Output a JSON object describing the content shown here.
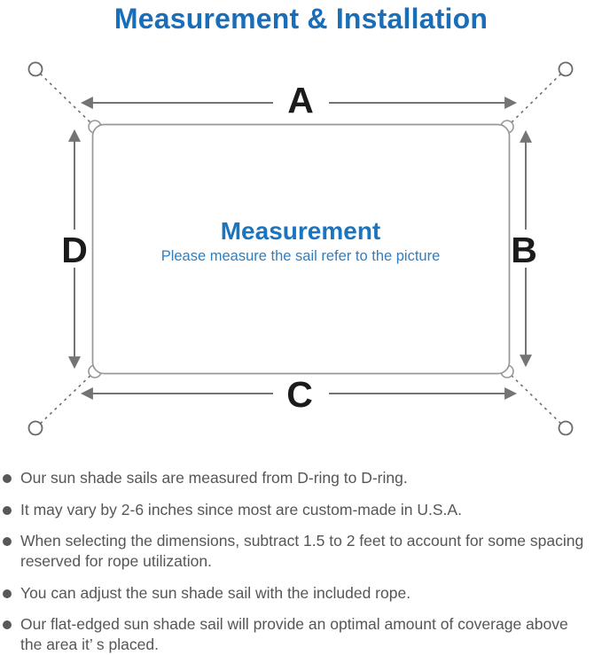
{
  "title": "Measurement & Installation",
  "diagram": {
    "center_title": "Measurement",
    "center_subtitle": "Please measure the sail refer to the picture",
    "labels": {
      "top": "A",
      "right": "B",
      "bottom": "C",
      "left": "D"
    },
    "colors": {
      "title_blue": "#1a6db8",
      "center_title_blue": "#1b74bf",
      "subtitle_blue": "#2f7fc2",
      "line_gray": "#747474",
      "sail_outline_gray": "#989898",
      "label_black": "#1b1b1b",
      "note_text_gray": "#565656"
    }
  },
  "notes": [
    {
      "text": "Our sun shade sails are measured from D-ring to D-ring."
    },
    {
      "text": "It may vary by 2-6 inches since most are custom-made in U.S.A."
    },
    {
      "text": "When selecting the dimensions, subtract 1.5 to 2 feet to account for some spacing\nreserved for rope utilization."
    },
    {
      "text": "You can adjust the sun shade sail with the included rope."
    },
    {
      "text": "Our flat-edged sun shade sail will provide an optimal amount of coverage above\nthe area it’ s placed."
    }
  ]
}
